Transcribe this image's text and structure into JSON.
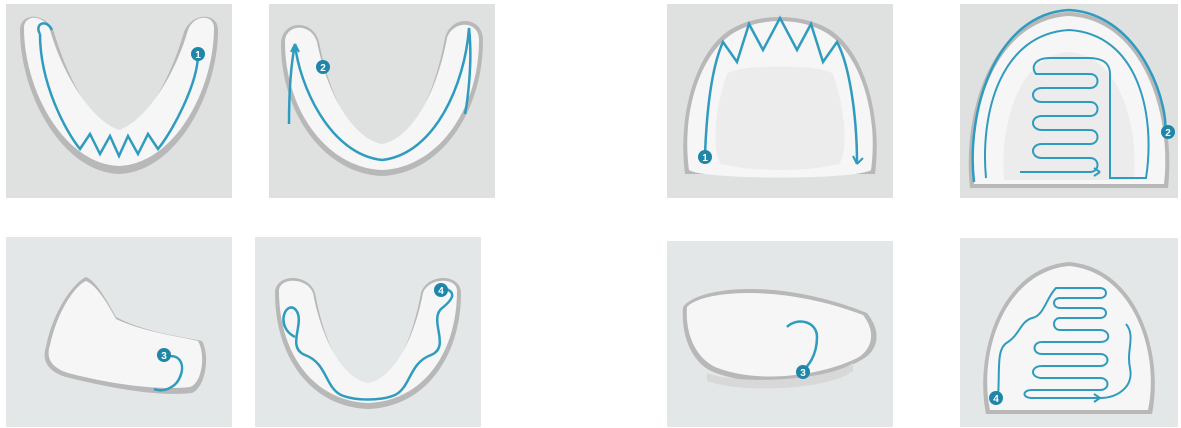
{
  "colors": {
    "panel_background": "#dfe1e0",
    "panel_background_alt": "#e4e7e7",
    "model": "#f6f6f6",
    "model_shadow": "#b8b8b8",
    "path": "#2f9cbf",
    "badge": "#1f86a8"
  },
  "panels": [
    {
      "view": "lower-arch-occlusal",
      "step": "1",
      "path": "zigzag"
    },
    {
      "view": "lower-arch-buccal",
      "step": "2",
      "path": "arc"
    },
    {
      "view": "upper-arch-occlusal",
      "step": "1",
      "path": "zigzag"
    },
    {
      "view": "upper-arch-palate",
      "step": "2",
      "path": "serpentine"
    },
    {
      "view": "lower-arch-oblique",
      "step": "3",
      "path": "hook"
    },
    {
      "view": "lower-arch-lingual",
      "step": "4",
      "path": "wave"
    },
    {
      "view": "upper-arch-oblique",
      "step": "3",
      "path": "hook"
    },
    {
      "view": "upper-arch-palatal-vault",
      "step": "4",
      "path": "serpentine"
    }
  ]
}
